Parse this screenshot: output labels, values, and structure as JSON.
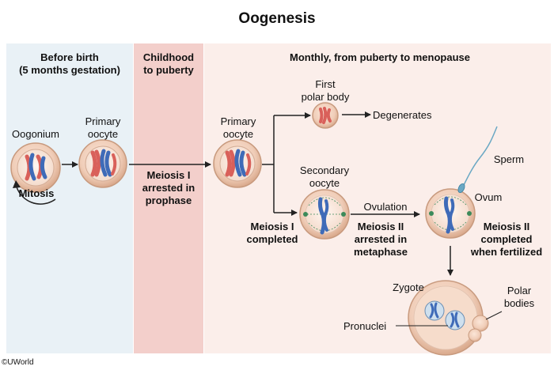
{
  "title": "Oogenesis",
  "stages": {
    "before_birth": "Before birth\n(5 months gestation)",
    "childhood": "Childhood\nto puberty",
    "monthly": "Monthly, from puberty to menopause"
  },
  "cells": {
    "oogonium": "Oogonium",
    "primary_oocyte_1": "Primary\noocyte",
    "primary_oocyte_2": "Primary\noocyte",
    "first_polar_body": "First\npolar body",
    "secondary_oocyte": "Secondary\noocyte",
    "ovum": "Ovum",
    "sperm": "Sperm",
    "zygote": "Zygote",
    "polar_bodies": "Polar\nbodies",
    "pronuclei": "Pronuclei"
  },
  "processes": {
    "mitosis": "Mitosis",
    "meiosis1_arrested": "Meiosis I\narrested in\nprophase",
    "degenerates": "Degenerates",
    "meiosis1_completed": "Meiosis I\ncompleted",
    "ovulation": "Ovulation",
    "meiosis2_arrested": "Meiosis II\narrested in\nmetaphase",
    "meiosis2_completed": "Meiosis II\ncompleted\nwhen fertilized"
  },
  "copyright": "©UWorld",
  "colors": {
    "panel_before_birth": "#e9f1f6",
    "panel_childhood": "#f3cfcb",
    "panel_monthly": "#fbeeea",
    "cell_fill": "#f0cdb8",
    "cell_rim": "#c89a7e",
    "chromosome_red": "#d9605a",
    "chromosome_blue": "#3f6bb8",
    "spindle_green": "#3c8a5a",
    "arrow": "#222222"
  }
}
